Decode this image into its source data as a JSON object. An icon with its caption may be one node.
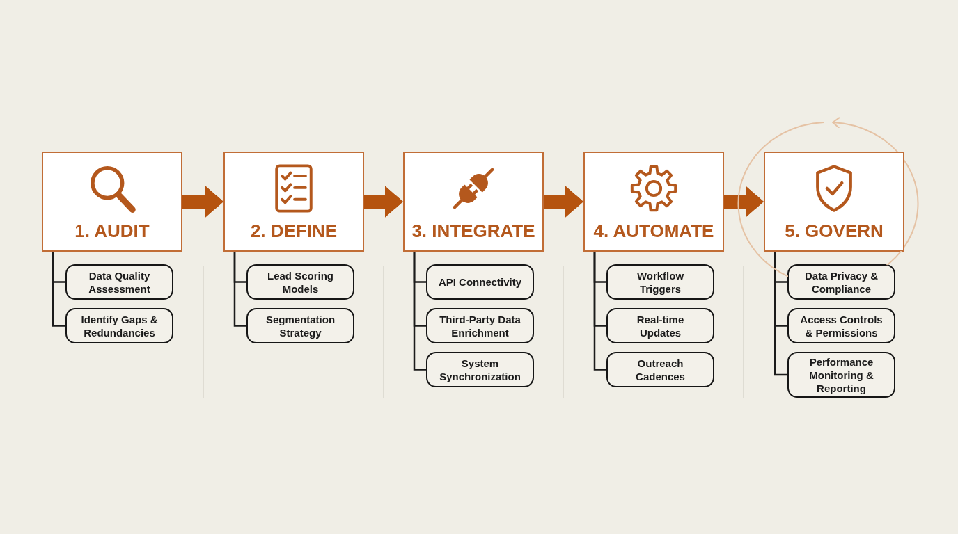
{
  "diagram": {
    "nodes": [
      {
        "text": [
          "1. AUDIT"
        ]
      },
      {
        "text": [
          "2. DEFINE"
        ]
      },
      {
        "text": [
          "3. INTEGRATE"
        ]
      },
      {
        "text": [
          "4. AUTOMATE"
        ]
      },
      {
        "text": [
          "5. GOVERN"
        ]
      },
      {
        "text": [
          "Data Quality Assessment"
        ]
      },
      {
        "text": [
          "Identify Gaps & Redundancies"
        ]
      },
      {
        "text": [
          "Lead Scoring Models"
        ]
      },
      {
        "text": [
          "Segmentation Strategy"
        ]
      },
      {
        "text": [
          "API Connectivity"
        ]
      },
      {
        "text": [
          "Third-Party Data Enrichment"
        ]
      },
      {
        "text": [
          "System Synchronization"
        ]
      },
      {
        "text": [
          "Workflow Triggers"
        ]
      },
      {
        "text": [
          "Real-time Updates"
        ]
      },
      {
        "text": [
          "Outreach Cadences"
        ]
      },
      {
        "text": [
          "Data Privacy & Compliance"
        ]
      },
      {
        "text": [
          "Access Controls & Permissions"
        ]
      },
      {
        "text": [
          "Performance Monitoring & Reporting"
        ]
      }
    ],
    "edges": [
      {
        "from": 0,
        "to": 1,
        "arrow": "to",
        "style": "thick",
        "color": "#b5530f"
      },
      {
        "from": 1,
        "to": 2,
        "arrow": "to",
        "style": "thick",
        "color": "#b5530f"
      },
      {
        "from": 2,
        "to": 3,
        "arrow": "to",
        "style": "thick",
        "color": "#b5530f"
      },
      {
        "from": 3,
        "to": 4,
        "arrow": "to",
        "style": "thick",
        "color": "#b5530f"
      },
      {
        "from": 0,
        "to": 5,
        "arrow": "none"
      },
      {
        "from": 0,
        "to": 6,
        "arrow": "none"
      },
      {
        "from": 1,
        "to": 7,
        "arrow": "none"
      },
      {
        "from": 1,
        "to": 8,
        "arrow": "none"
      },
      {
        "from": 2,
        "to": 9,
        "arrow": "none"
      },
      {
        "from": 2,
        "to": 10,
        "arrow": "none"
      },
      {
        "from": 2,
        "to": 11,
        "arrow": "none"
      },
      {
        "from": 3,
        "to": 12,
        "arrow": "none"
      },
      {
        "from": 3,
        "to": 13,
        "arrow": "none"
      },
      {
        "from": 3,
        "to": 14,
        "arrow": "none"
      },
      {
        "from": 4,
        "to": 15,
        "arrow": "none"
      },
      {
        "from": 4,
        "to": 16,
        "arrow": "none"
      },
      {
        "from": 4,
        "to": 17,
        "arrow": "none"
      }
    ]
  }
}
